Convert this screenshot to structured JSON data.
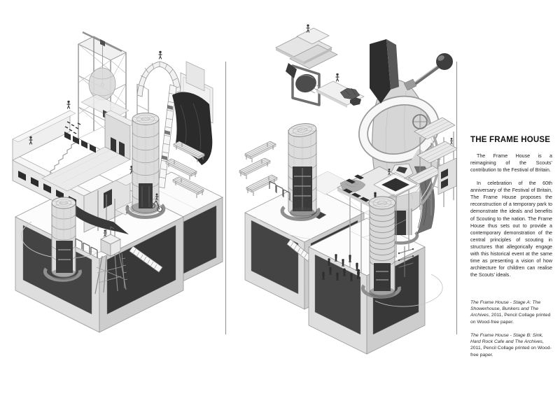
{
  "artboard": {
    "background": "#ffffff",
    "divider_color": "#8f8f8f",
    "ink_dark": "#2b2b2b",
    "ink_mid": "#8f8f8f",
    "ink_light": "#dedede"
  },
  "text_panel": {
    "title": "THE FRAME HOUSE",
    "paragraphs": [
      "The Frame House is a reimagining of the Scouts’ contribution to the Festival of Britain.",
      "In celebration of the 60th anniversary of the Festival of Britain, The Frame House proposes the reconstruction of a temporary park to demonstrate the ideals and benefits of Scouting to the nation. The Frame House thus sets out to provide a contemporary demonstration of the central principles of scouting in structures that allegorically engage with this historical event at the same time as presenting a vision of how architecture for children can realise the Scouts’ ideals."
    ],
    "captions": [
      {
        "work_title": "The Frame House - Stage A: The Showerhouse, Bunkers and The Archives",
        "details": ", 2011, Pencil Collage printed on Wood-free paper."
      },
      {
        "work_title": "The Frame House - Stage B: Sink, Hard Rock Cafe and The Archives",
        "details": ", 2011, Pencil Collage printed on Wood-free paper."
      }
    ]
  }
}
